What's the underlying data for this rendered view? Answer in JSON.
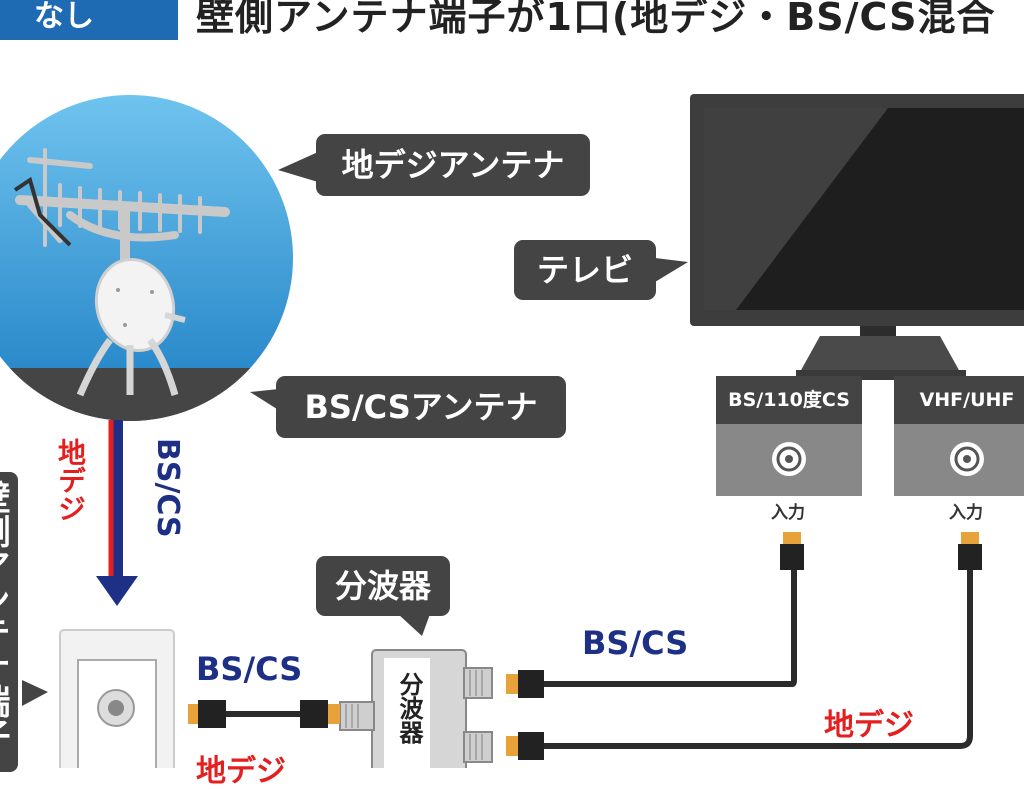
{
  "header": {
    "tag": "なし",
    "title": "壁側アンテナ端子が1口(地デジ・BS/CS混合"
  },
  "callouts": {
    "terrestrial_antenna": "地デジアンテナ",
    "tv": "テレビ",
    "bs_cs_antenna": "BS/CSアンテナ",
    "splitter": "分波器"
  },
  "side_banner": "壁側アンテナ端子",
  "arrow_labels": {
    "terrestrial": "地デジ",
    "bs_cs": "BS/CS"
  },
  "tv_ports": [
    {
      "label": "BS/110度CS",
      "input": "入力"
    },
    {
      "label": "VHF/UHF",
      "input": "入力"
    }
  ],
  "splitter_body_text": "分波器",
  "cable_labels": {
    "wall_bs_cs": "BS/CS",
    "wall_terrestrial": "地デジ",
    "out_bs_cs": "BS/CS",
    "out_terrestrial": "地デジ"
  },
  "colors": {
    "accent_blue": "#1e6bb4",
    "bs_cs_blue": "#1e2f86",
    "terrestrial_red": "#e41f1f",
    "callout_gray": "#444444"
  }
}
